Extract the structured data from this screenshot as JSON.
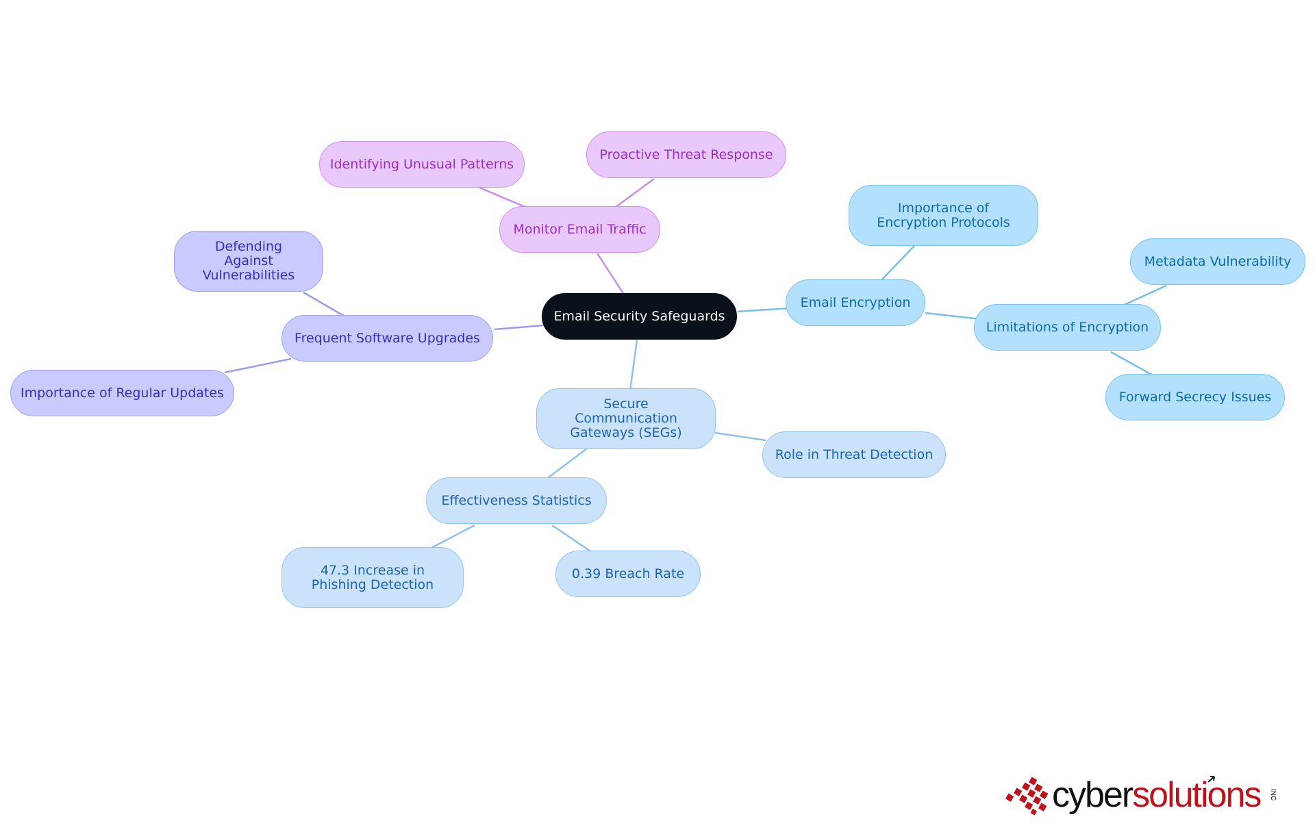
{
  "mindmap": {
    "root": "Email Security Safeguards",
    "branches": {
      "monitor": {
        "label": "Monitor Email Traffic",
        "children": [
          "Identifying Unusual Patterns",
          "Proactive Threat Response"
        ]
      },
      "upgrades": {
        "label": "Frequent Software Upgrades",
        "children": [
          "Defending Against Vulnerabilities",
          "Importance of Regular Updates"
        ]
      },
      "encryption": {
        "label": "Email Encryption",
        "children": [
          "Importance of Encryption Protocols",
          "Limitations of Encryption"
        ],
        "limitations_children": [
          "Metadata Vulnerability",
          "Forward Secrecy Issues"
        ]
      },
      "segs": {
        "label": "Secure Communication Gateways (SEGs)",
        "children": [
          "Role in Threat Detection",
          "Effectiveness Statistics"
        ],
        "statistics_children": [
          "47.3 Increase in Phishing Detection",
          "0.39 Breach Rate"
        ]
      }
    },
    "colors": {
      "root": "#0b111b",
      "monitor_edge": "#c98bf0",
      "upgrades_edge": "#9a9bea",
      "encryption_edge": "#74c0ea",
      "segs_edge": "#8fc0ec"
    }
  },
  "logo": {
    "part1": "cyber",
    "part2": "solutions",
    "suffix": "INC",
    "colors": {
      "dark": "#111111",
      "red": "#c0121b"
    }
  }
}
